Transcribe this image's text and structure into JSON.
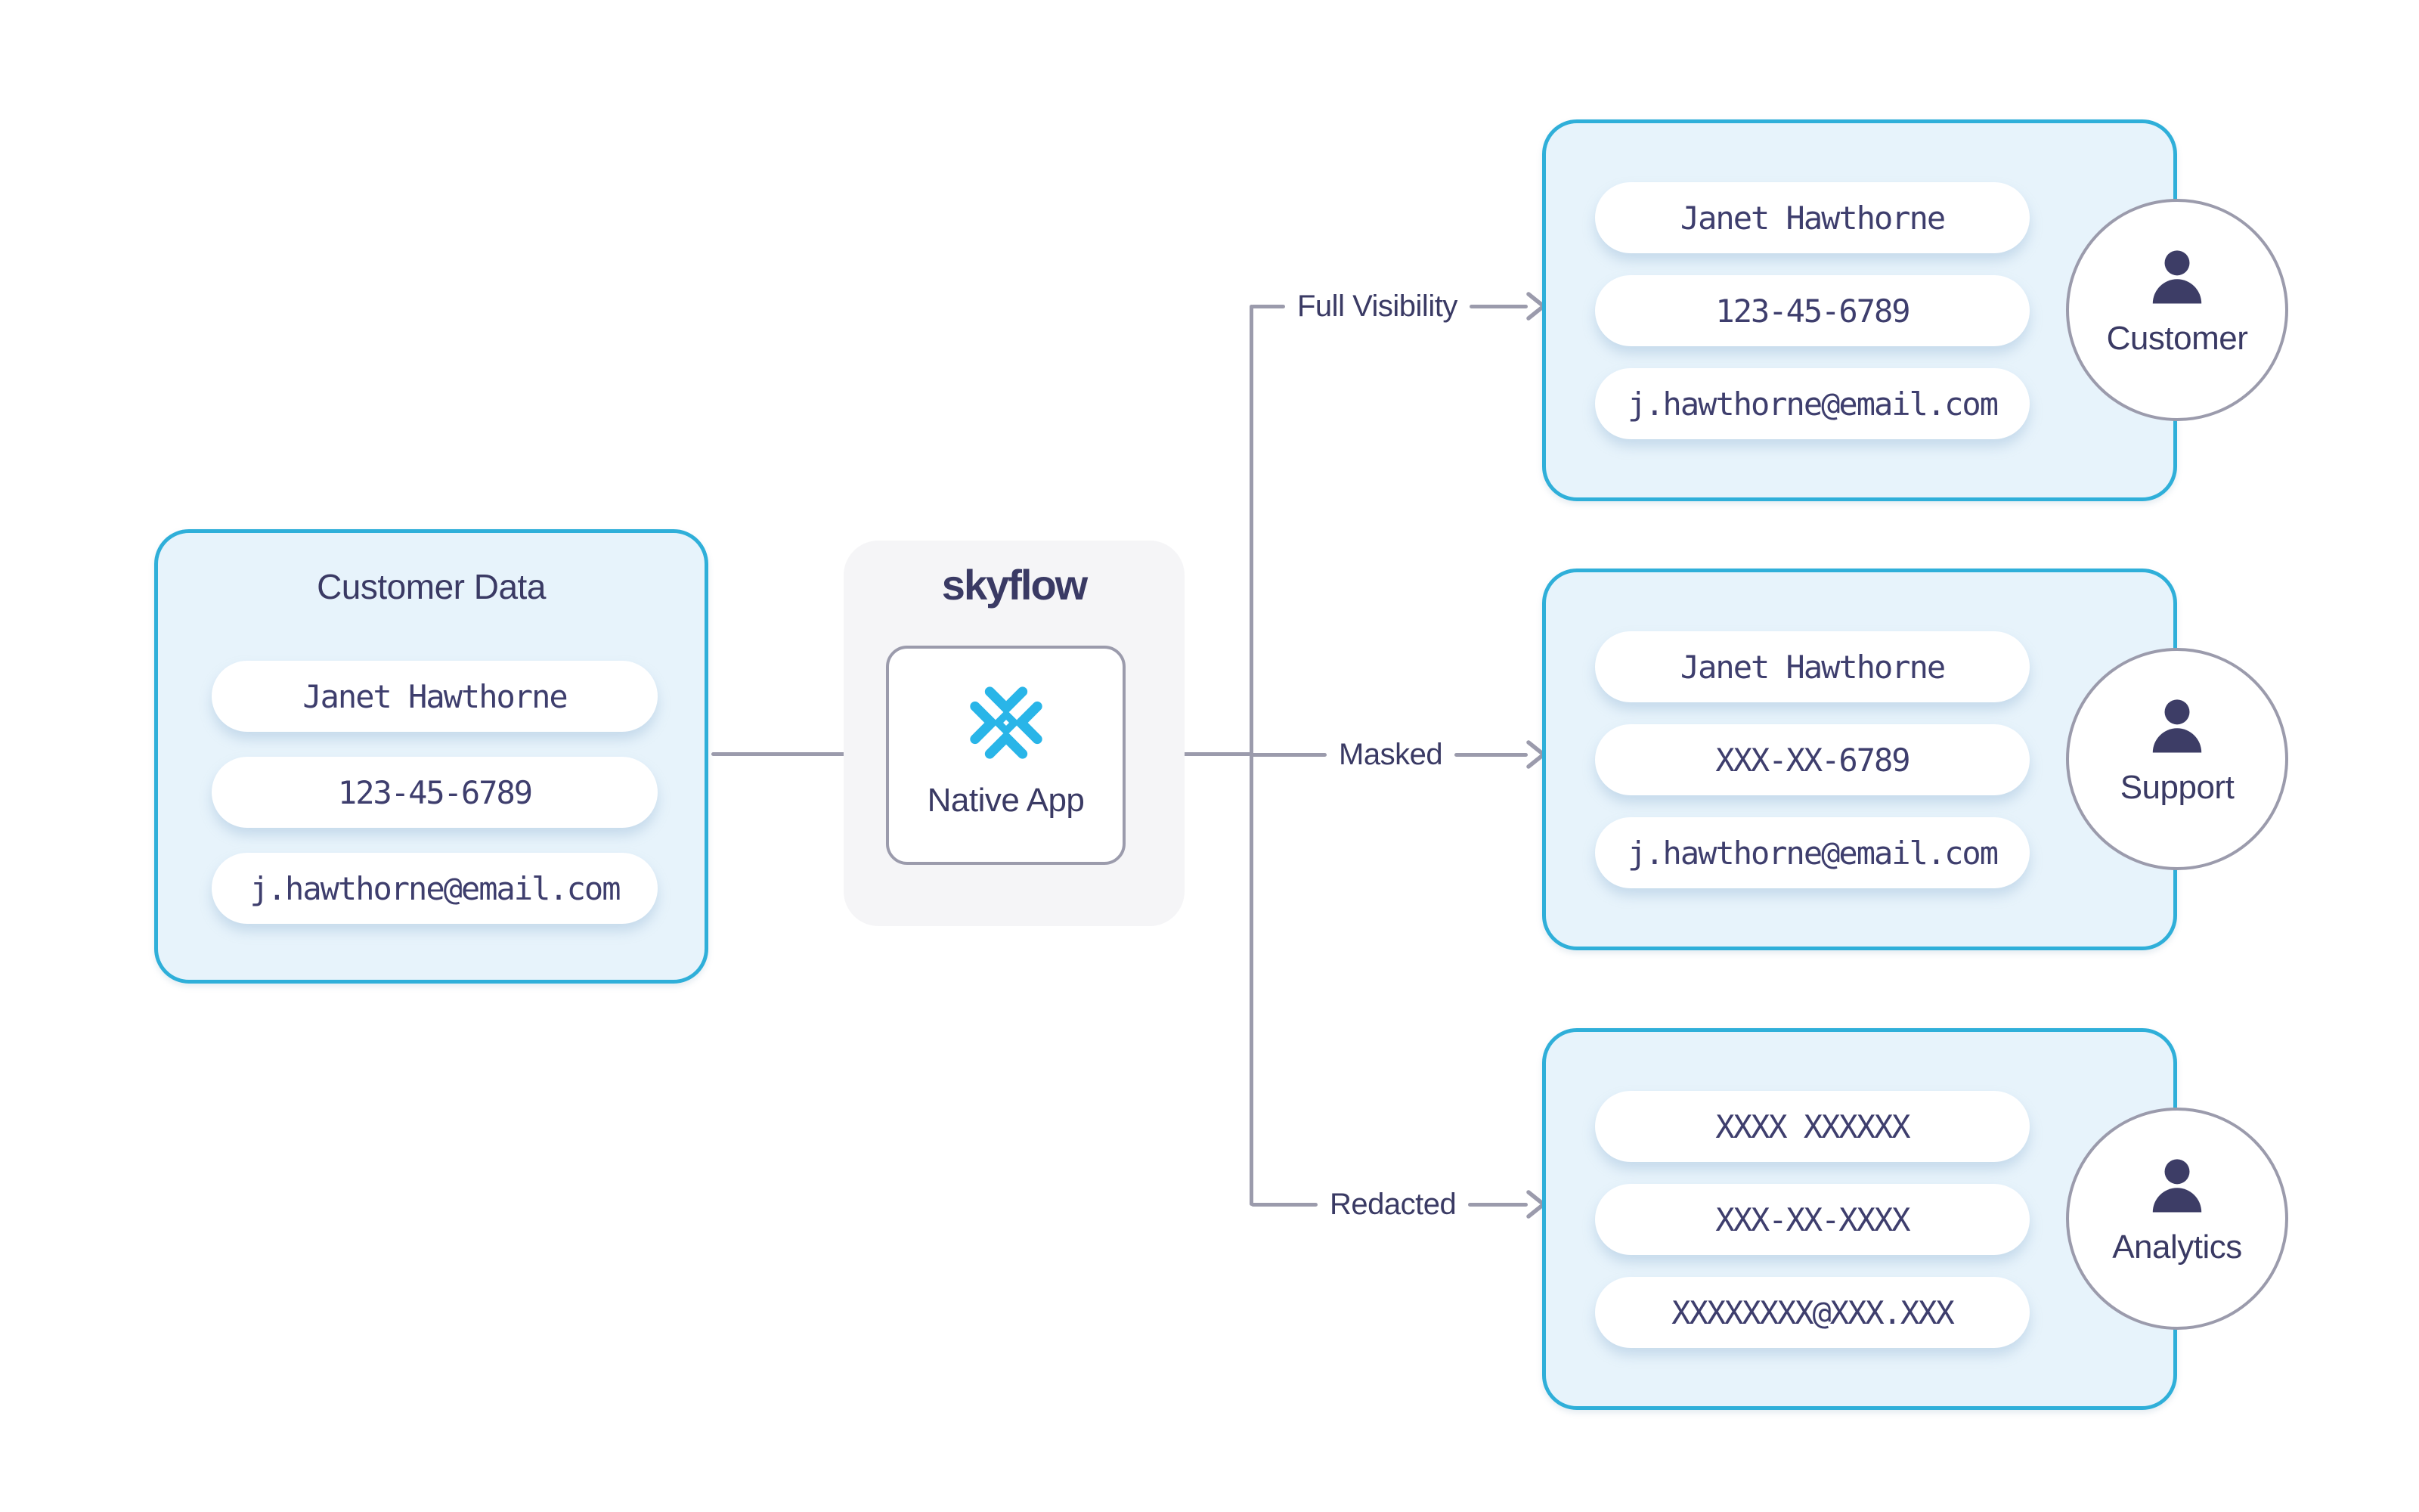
{
  "palette": {
    "teal": "#2FAFD9",
    "boxfill": "#E7F3FB",
    "panel": "#F5F5F7",
    "gray": "#9B9BAC",
    "navy": "#3A3A64",
    "mononavy": "#3E3E6D",
    "snowflake": "#29B5E8"
  },
  "source_box": {
    "title": "Customer Data",
    "fields": [
      "Janet Hawthorne",
      "123-45-6789",
      "j.hawthorne@email.com"
    ]
  },
  "processor": {
    "brand": "skyflow",
    "app_label": "Native App",
    "logo_icon": "snowflake-icon"
  },
  "branches": [
    {
      "label": "Full Visibility",
      "audience": "Customer",
      "icon": "person-icon",
      "fields": [
        "Janet Hawthorne",
        "123-45-6789",
        "j.hawthorne@email.com"
      ]
    },
    {
      "label": "Masked",
      "audience": "Support",
      "icon": "person-icon",
      "fields": [
        "Janet Hawthorne",
        "XXX-XX-6789",
        "j.hawthorne@email.com"
      ]
    },
    {
      "label": "Redacted",
      "audience": "Analytics",
      "icon": "person-icon",
      "fields": [
        "XXXX XXXXXX",
        "XXX-XX-XXXX",
        "XXXXXXXX@XXX.XXX"
      ]
    }
  ]
}
